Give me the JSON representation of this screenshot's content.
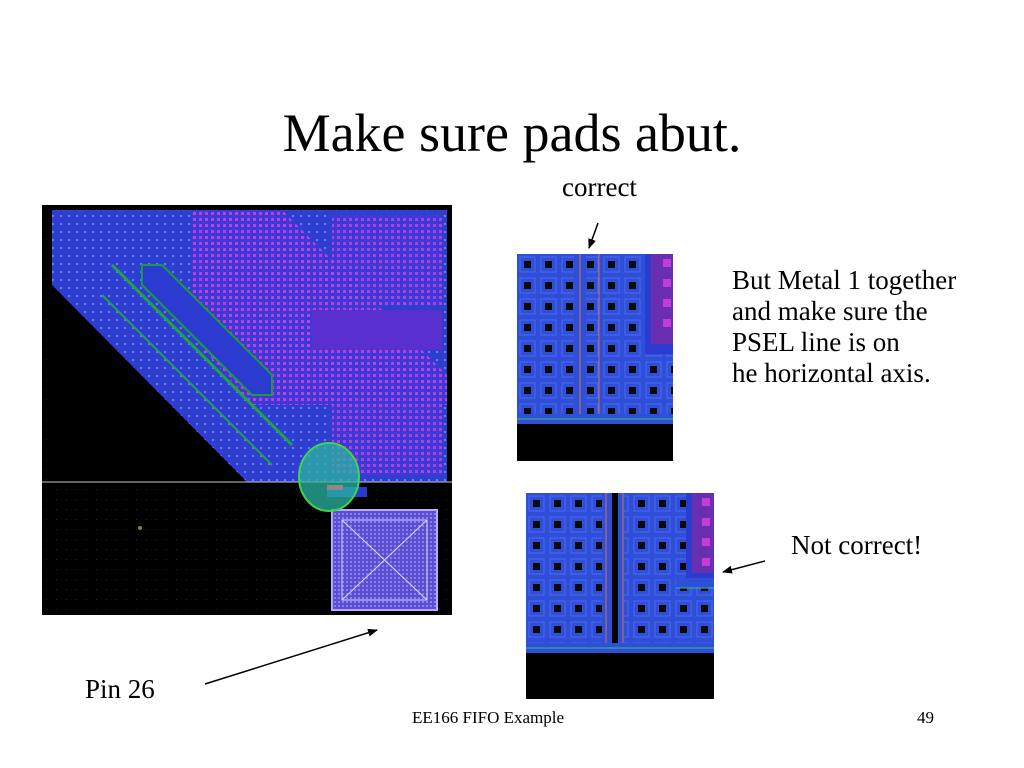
{
  "slide": {
    "title": "Make sure pads abut.",
    "label_correct": "correct",
    "note_lines": [
      "But Metal 1 together",
      "and make sure the",
      "PSEL line is on",
      "he horizontal axis."
    ],
    "label_not_correct": "Not correct!",
    "label_pin": "Pin 26",
    "footer": "EE166 FIFO Example",
    "page_number": "49"
  },
  "colors": {
    "background": "#ffffff",
    "substrate": "#000000",
    "metal_blue": "#2f4fd8",
    "via_black": "#0a0a0a",
    "magenta": "#c43cd6",
    "highlight_green": "#39c24a"
  }
}
